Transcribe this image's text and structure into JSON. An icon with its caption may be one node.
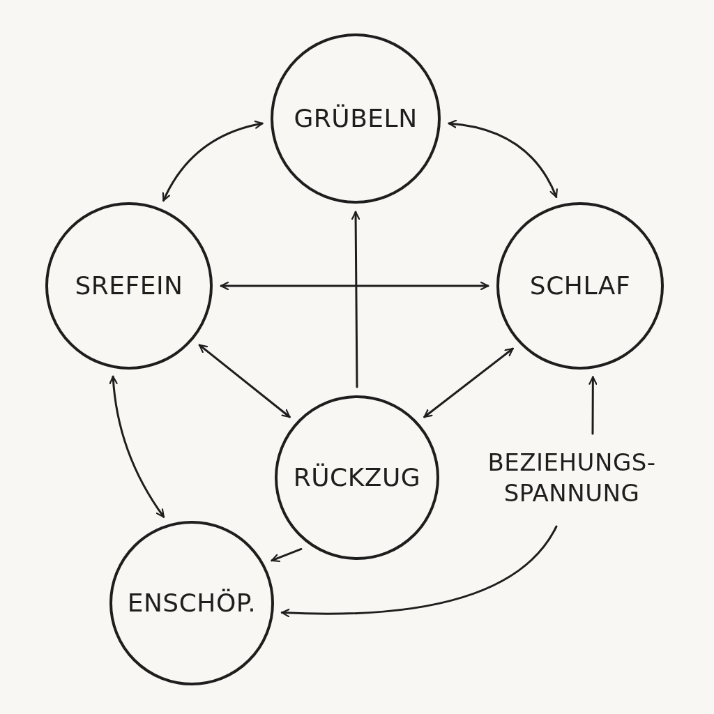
{
  "diagram": {
    "nodes": [
      {
        "text": [
          "GRÜBELN"
        ]
      },
      {
        "text": [
          "SREFEIN"
        ]
      },
      {
        "text": [
          "SCHLAF"
        ]
      },
      {
        "text": [
          "RÜCKZUG"
        ]
      },
      {
        "text": [
          "ENSCHÖP."
        ]
      },
      {
        "text": [
          "BEZIEHUNGS- SPANNUNG"
        ]
      }
    ],
    "edges": [
      {
        "from": 0,
        "to": 1,
        "arrow": "both"
      },
      {
        "from": 0,
        "to": 2,
        "arrow": "both"
      },
      {
        "from": 1,
        "to": 2,
        "arrow": "both"
      },
      {
        "from": 3,
        "to": 0,
        "arrow": "to"
      },
      {
        "from": 1,
        "to": 3,
        "arrow": "both"
      },
      {
        "from": 2,
        "to": 3,
        "arrow": "both"
      },
      {
        "from": 1,
        "to": 4,
        "arrow": "both"
      },
      {
        "from": 3,
        "to": 4,
        "arrow": "to"
      },
      {
        "from": 5,
        "to": 2,
        "arrow": "to"
      },
      {
        "from": 5,
        "to": 4,
        "arrow": "to"
      }
    ]
  }
}
